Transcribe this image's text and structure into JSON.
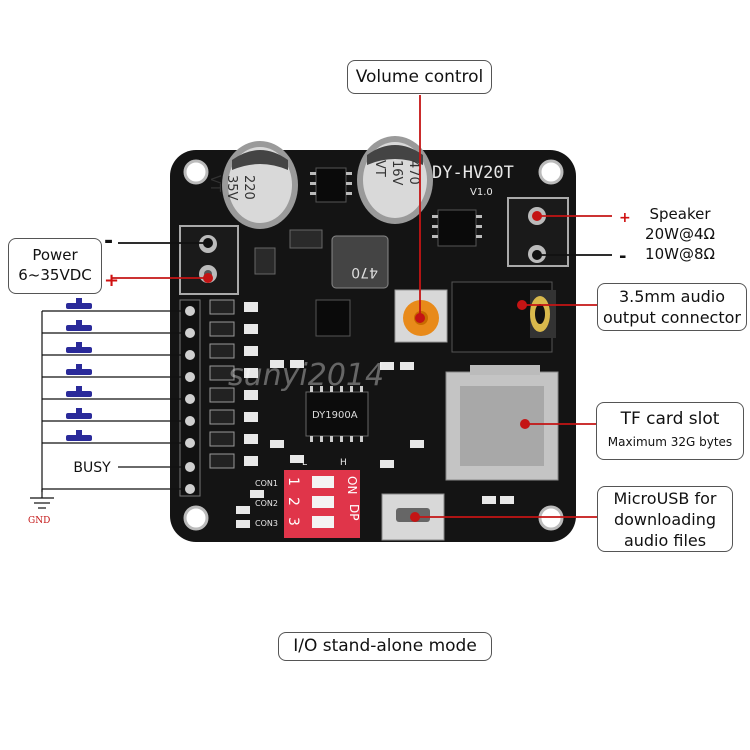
{
  "labels": {
    "volume": "Volume control",
    "power_line1": "Power",
    "power_line2": "6~35VDC",
    "speaker_line1": "Speaker",
    "speaker_line2": "20W@4Ω",
    "speaker_line3": "10W@8Ω",
    "audio_line1": "3.5mm audio",
    "audio_line2": "output connector",
    "tf_line1": "TF card slot",
    "tf_line2": "Maximum 32G bytes",
    "usb_line1": "MicroUSB for",
    "usb_line2": "downloading",
    "usb_line3": "audio files",
    "busy": "BUSY",
    "gnd": "GND",
    "mode": "I/O stand-alone mode"
  },
  "polarity": {
    "minus": "-",
    "plus": "+"
  },
  "board": {
    "model": "DY-HV20T",
    "version": "V1.0",
    "chip": "DY1900A",
    "cap1_value": "220",
    "cap1_voltage": "35V",
    "cap1_type": "VT",
    "cap2_value": "470",
    "cap2_voltage": "16V",
    "cap2_type": "VT",
    "inductor": "470",
    "dip_on": "ON",
    "dip_dp": "DP",
    "dip_l": "L",
    "dip_h": "H",
    "dip_nums": [
      "1",
      "2",
      "3"
    ],
    "con_labels": [
      "CON1",
      "CON2",
      "CON3"
    ],
    "watermark": "sunyi2014"
  },
  "colors": {
    "board": "#141414",
    "pointer": "#c41414",
    "plus_mark": "#d01010",
    "button": "#2a2a9a",
    "dip": "#e0354a",
    "pcb_text": "#e8e8e8"
  }
}
